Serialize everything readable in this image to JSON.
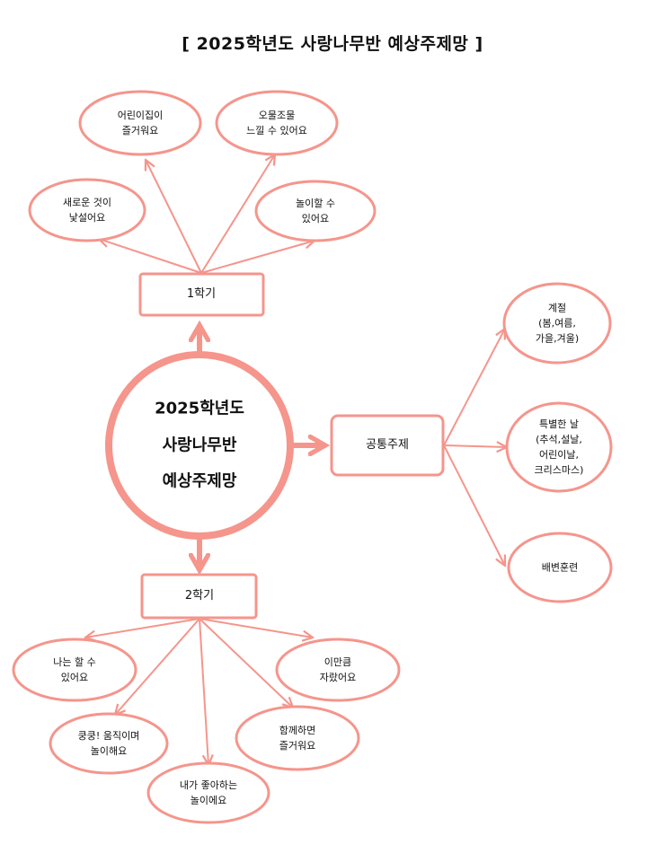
{
  "title": "[ 2025학년도 사랑나무반 예상주제망 ]",
  "colors": {
    "line": "#f5958c",
    "fill": "#ffffff",
    "text": "#111111"
  },
  "center": {
    "text": "2025학년도\n사랑나무반\n예상주제망"
  },
  "boxes": {
    "sem1": "1학기",
    "common": "공통주제",
    "sem2": "2학기"
  },
  "ovals": {
    "s1_new": "새로운 것이\n낯설어요",
    "s1_kinder": "어린이집이\n즐거워요",
    "s1_feel": "오물조물\n느낄 수 있어요",
    "s1_play": "놀이할 수\n있어요",
    "c_season": "계절\n(봄,여름,\n가을,겨울)",
    "c_special": "특별한 날\n(추석,설날,\n어린이날,\n크리스마스)",
    "c_toilet": "배변훈련",
    "s2_can": "나는 할 수\n있어요",
    "s2_move": "쿵쿵! 움직이며\n놀이해요",
    "s2_like": "내가 좋아하는\n놀이에요",
    "s2_together": "함께하면\n즐거워요",
    "s2_grown": "이만큼\n자랐어요"
  }
}
